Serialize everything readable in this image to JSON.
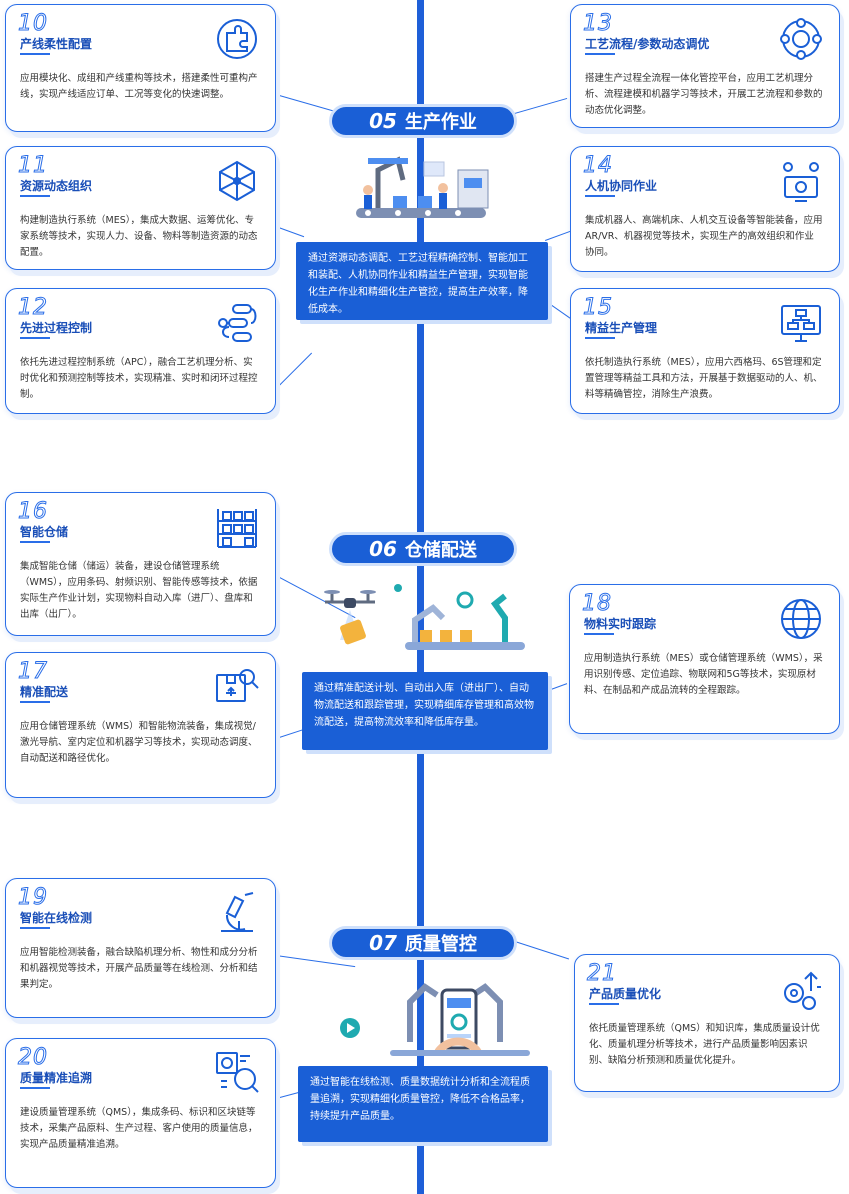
{
  "sections": [
    {
      "number": "05",
      "title": "生产作业",
      "summary": "通过资源动态调配、工艺过程精确控制、智能加工和装配、人机协同作业和精益生产管理，实现智能化生产作业和精细化生产管控，提高生产效率，降低成本。"
    },
    {
      "number": "06",
      "title": "仓储配送",
      "summary": "通过精准配送计划、自动出入库（进出厂）、自动物流配送和跟踪管理，实现精细库存管理和高效物流配送，提高物流效率和降低库存量。"
    },
    {
      "number": "07",
      "title": "质量管控",
      "summary": "通过智能在线检测、质量数据统计分析和全流程质量追溯，实现精细化质量管控，降低不合格品率，持续提升产品质量。"
    }
  ],
  "cards": [
    {
      "num": "10",
      "title": "产线柔性配置",
      "text": "应用模块化、成组和产线重构等技术，搭建柔性可重构产线，实现产线适应订单、工况等变化的快速调整。",
      "icon": "puzzle-gear-icon"
    },
    {
      "num": "11",
      "title": "资源动态组织",
      "text": "构建制造执行系统（MES），集成大数据、运筹优化、专家系统等技术，实现人力、设备、物料等制造资源的动态配置。",
      "icon": "network-hexagon-icon"
    },
    {
      "num": "12",
      "title": "先进过程控制",
      "text": "依托先进过程控制系统（APC），融合工艺机理分析、实时优化和预测控制等技术，实现精准、实时和闭环过程控制。",
      "icon": "process-flow-icon"
    },
    {
      "num": "13",
      "title": "工艺流程/参数动态调优",
      "text": "搭建生产过程全流程一体化管控平台，应用工艺机理分析、流程建模和机器学习等技术，开展工艺流程和参数的动态优化调整。",
      "icon": "gear-cycle-icon"
    },
    {
      "num": "14",
      "title": "人机协同作业",
      "text": "集成机器人、高端机床、人机交互设备等智能装备，应用AR/VR、机器视觉等技术，实现生产的高效组织和作业协同。",
      "icon": "people-monitor-icon"
    },
    {
      "num": "15",
      "title": "精益生产管理",
      "text": "依托制造执行系统（MES），应用六西格玛、6S管理和定置管理等精益工具和方法，开展基于数据驱动的人、机、料等精确管控，消除生产浪费。",
      "icon": "org-board-icon"
    },
    {
      "num": "16",
      "title": "智能仓储",
      "text": "集成智能仓储（储运）装备，建设仓储管理系统（WMS），应用条码、射频识别、智能传感等技术，依据实际生产作业计划，实现物料自动入库（进厂）、盘库和出库（出厂）。",
      "icon": "shelf-rack-icon"
    },
    {
      "num": "17",
      "title": "精准配送",
      "text": "应用仓储管理系统（WMS）和智能物流装备，集成视觉/激光导航、室内定位和机器学习等技术，实现动态调度、自动配送和路径优化。",
      "icon": "box-search-icon"
    },
    {
      "num": "18",
      "title": "物料实时跟踪",
      "text": "应用制造执行系统（MES）或仓储管理系统（WMS），采用识别传感、定位追踪、物联网和5G等技术，实现原材料、在制品和产成品流转的全程跟踪。",
      "icon": "globe-icon"
    },
    {
      "num": "19",
      "title": "智能在线检测",
      "text": "应用智能检测装备，融合缺陷机理分析、物性和成分分析和机器视觉等技术，开展产品质量等在线检测、分析和结果判定。",
      "icon": "microscope-icon"
    },
    {
      "num": "20",
      "title": "质量精准追溯",
      "text": "建设质量管理系统（QMS），集成条码、标识和区块链等技术，采集产品原料、生产过程、客户使用的质量信息，实现产品质量精准追溯。",
      "icon": "magnifier-grid-icon"
    },
    {
      "num": "21",
      "title": "产品质量优化",
      "text": "依托质量管理系统（QMS）和知识库，集成质量设计优化、质量机理分析等技术，进行产品质量影响因素识别、缺陷分析预测和质量优化提升。",
      "icon": "gears-arrow-icon"
    }
  ],
  "colors": {
    "accent": "#1a5fd6",
    "border": "#2a6ee8",
    "light": "#cfe0fb"
  }
}
